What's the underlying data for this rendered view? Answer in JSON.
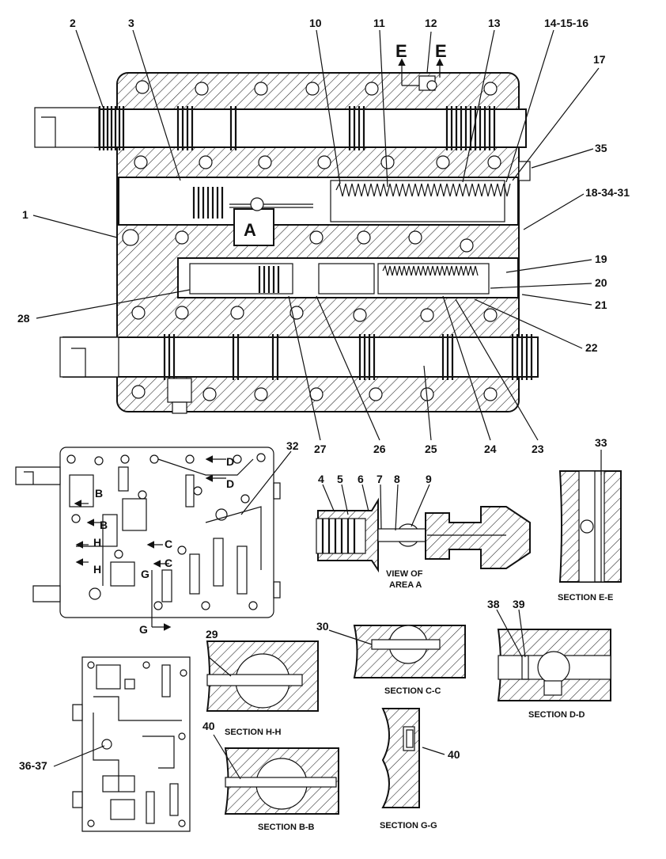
{
  "callouts": [
    "2",
    "3",
    "10",
    "11",
    "12",
    "13",
    "14-15-16",
    "17",
    "35",
    "18-34-31",
    "1",
    "19",
    "20",
    "21",
    "22",
    "28",
    "27",
    "26",
    "25",
    "24",
    "23",
    "32",
    "4",
    "5",
    "6",
    "7",
    "8",
    "9",
    "33",
    "38",
    "39",
    "40",
    "29",
    "30",
    "36-37"
  ],
  "callouts_extra": [
    "40"
  ],
  "area_letter": "A",
  "letters": {
    "e_left": "E",
    "e_right": "E",
    "b1": "B",
    "b2": "B",
    "d1": "D",
    "d2": "D",
    "c1": "C",
    "c2": "C",
    "h1": "H",
    "h2": "H",
    "g1": "G",
    "g2": "G"
  },
  "captions": {
    "view_area_a_line1": "VIEW OF",
    "view_area_a_line2": "AREA A",
    "section_ee": "SECTION E-E",
    "section_cc": "SECTION C-C",
    "section_dd": "SECTION D-D",
    "section_hh": "SECTION H-H",
    "section_bb": "SECTION B-B",
    "section_gg": "SECTION G-G"
  }
}
